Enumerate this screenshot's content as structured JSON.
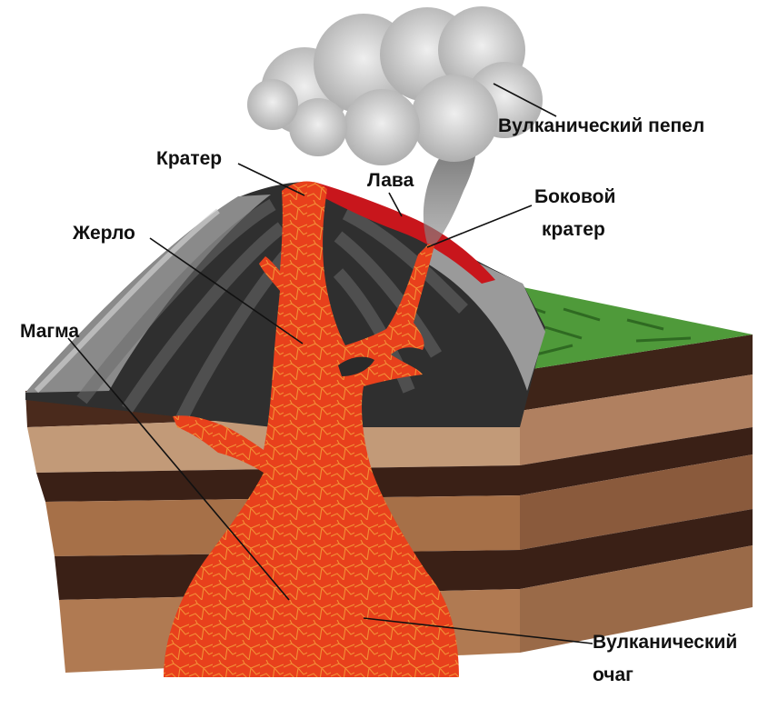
{
  "labels": {
    "ash": "Вулканический пепел",
    "crater": "Кратер",
    "lava": "Лава",
    "side_crater_line1": "Боковой",
    "side_crater_line2": "кратер",
    "vent": "Жерло",
    "magma": "Магма",
    "chamber_line1": "Вулканический",
    "chamber_line2": "очаг"
  },
  "colors": {
    "magma": "#e8401c",
    "magma_veins": "#f2a43a",
    "lava_flow": "#c8161c",
    "grass": "#4f9a3a",
    "rock_dark": "#3a3a3a",
    "ash_cloud": "#cfcfcf"
  }
}
